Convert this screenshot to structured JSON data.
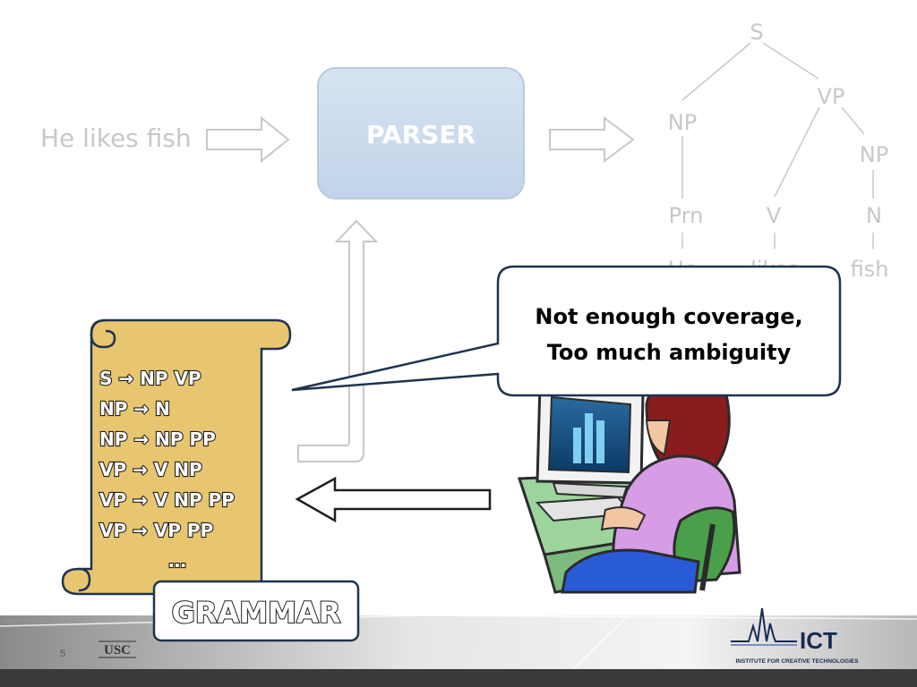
{
  "slide": {
    "input_sentence": "He likes fish",
    "parser_label": "PARSER",
    "grammar_label": "GRAMMAR",
    "callout": {
      "line1": "Not enough coverage,",
      "line2": "Too much ambiguity"
    },
    "page_number": "5"
  },
  "parse_tree": {
    "root": "S",
    "vp": "VP",
    "np_subject": "NP",
    "np_object": "NP",
    "prn": "Prn",
    "v": "V",
    "n": "N",
    "word_he": "He",
    "word_likes": "likes",
    "word_fish": "fish"
  },
  "grammar_rules": [
    "S → NP VP",
    "NP → N",
    "NP → NP PP",
    "VP → V NP",
    "VP → V NP PP",
    "VP → VP PP",
    "…"
  ],
  "logos": {
    "usc": "USC",
    "ict": "ICT",
    "ict_subtitle": "INSTITUTE FOR CREATIVE TECHNOLOGIES"
  },
  "colors": {
    "faded_text": "#c8c8c8",
    "parser_box": "#c9d9ec",
    "scroll_fill": "#e8c670",
    "navy": "#1f3350",
    "footer_dark": "#3a3a3a"
  }
}
